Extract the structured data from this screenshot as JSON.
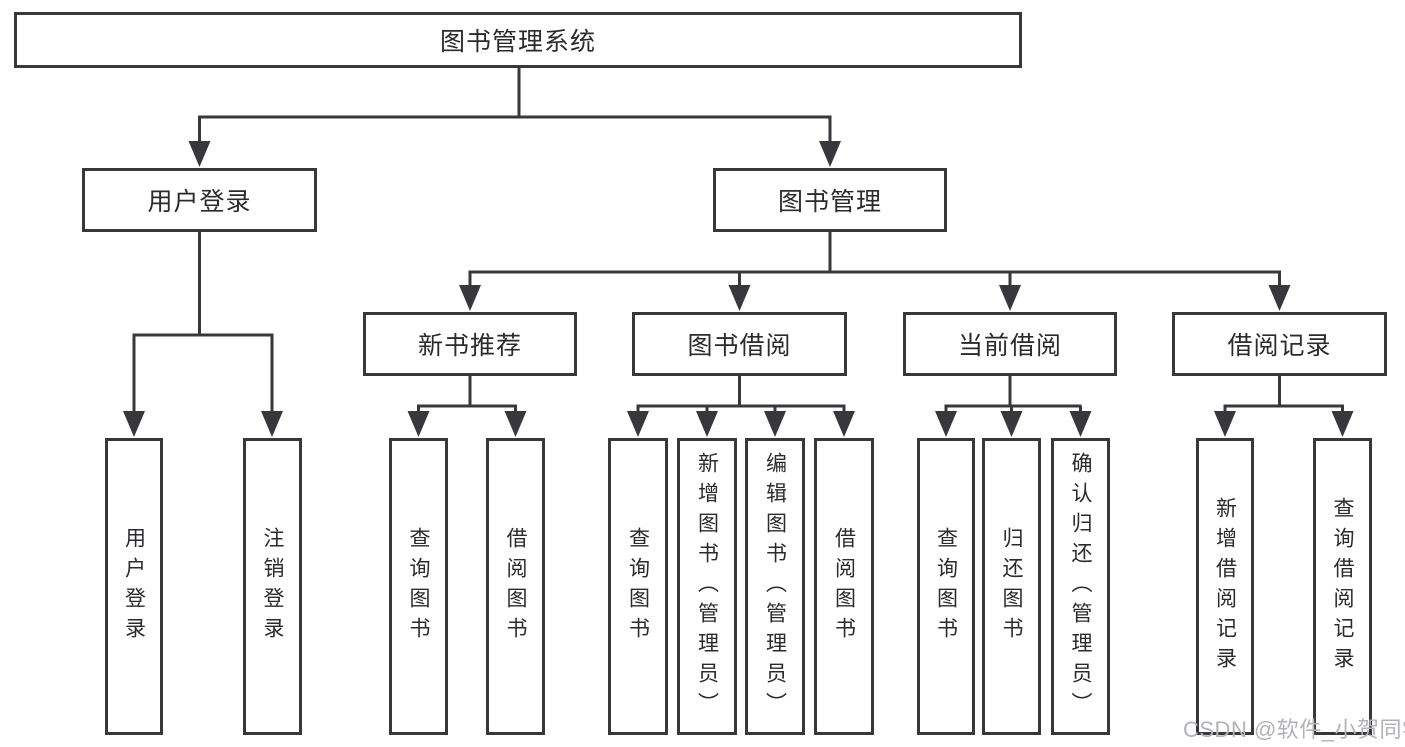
{
  "tree": {
    "root": {
      "label": "图书管理系统",
      "children": [
        {
          "label": "用户登录",
          "children": [
            {
              "label": "用户登录"
            },
            {
              "label": "注销登录"
            }
          ]
        },
        {
          "label": "图书管理",
          "children": [
            {
              "label": "新书推荐",
              "children": [
                {
                  "label": "查询图书"
                },
                {
                  "label": "借阅图书"
                }
              ]
            },
            {
              "label": "图书借阅",
              "children": [
                {
                  "label": "查询图书"
                },
                {
                  "label": "新增图书（管理员）"
                },
                {
                  "label": "编辑图书（管理员）"
                },
                {
                  "label": "借阅图书"
                }
              ]
            },
            {
              "label": "当前借阅",
              "children": [
                {
                  "label": "查询图书"
                },
                {
                  "label": "归还图书"
                },
                {
                  "label": "确认归还（管理员）"
                }
              ]
            },
            {
              "label": "借阅记录",
              "children": [
                {
                  "label": "新增借阅记录"
                },
                {
                  "label": "查询借阅记录"
                }
              ]
            }
          ]
        }
      ]
    }
  },
  "watermark": {
    "text": "CSDN @软件_小贺同学"
  },
  "colors": {
    "line": "#38383c",
    "text": "#2b2b2e",
    "watermark": "#b3b3b7",
    "background": "#ffffff"
  }
}
